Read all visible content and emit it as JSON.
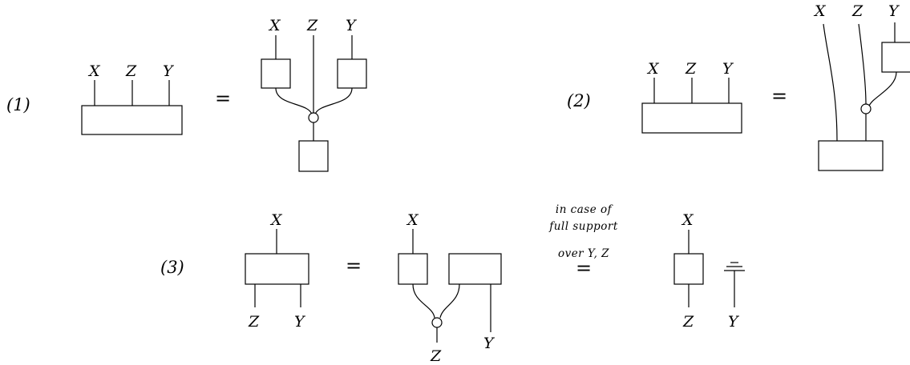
{
  "equations": [
    {
      "number": "(1)",
      "lhs_labels": [
        "X",
        "Z",
        "Y"
      ],
      "rhs_labels": [
        "X",
        "Z",
        "Y"
      ],
      "equals": "="
    },
    {
      "number": "(2)",
      "lhs_labels": [
        "X",
        "Z",
        "Y"
      ],
      "rhs_labels": [
        "X",
        "Z",
        "Y"
      ],
      "equals": "="
    },
    {
      "number": "(3)",
      "lhs_top": "X",
      "lhs_bottom": [
        "Z",
        "Y"
      ],
      "rhs_top": "X",
      "rhs_bottom": [
        "Z",
        "Y"
      ],
      "equals": "=",
      "condition": [
        "in case of",
        "full support",
        "over Y, Z"
      ],
      "equals2": "=",
      "final_top": "X",
      "final_bottom": [
        "Z",
        "Y"
      ]
    }
  ]
}
